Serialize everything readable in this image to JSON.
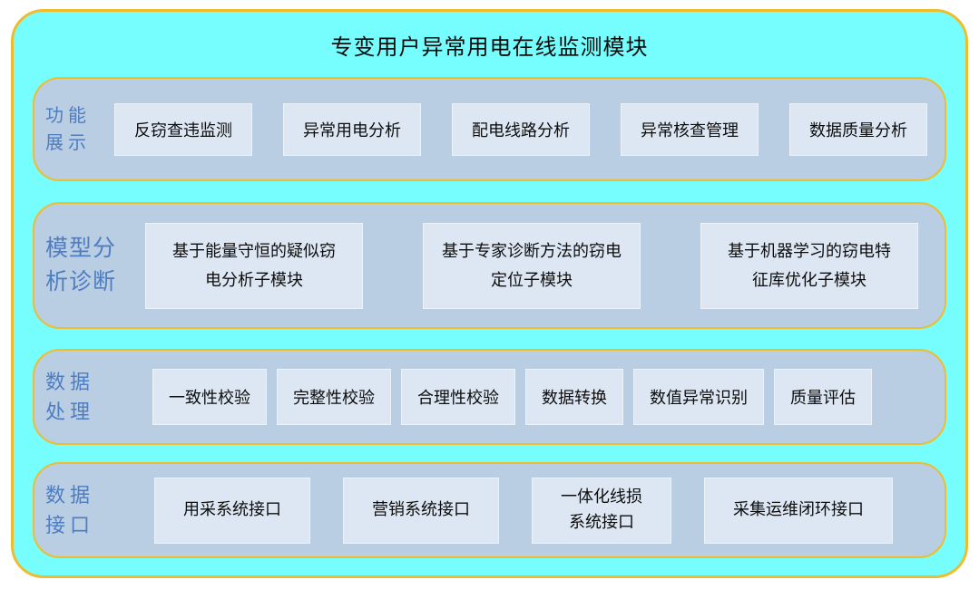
{
  "title": "专变用户异常用电在线监测模块",
  "colors": {
    "canvas_background": "#76FDFD",
    "border_gold": "#EFBC2D",
    "panel_background": "#B9CDE3",
    "box_background": "#DDE7F3",
    "label_blue": "#4E7DC0",
    "text_black": "#0d0d0d"
  },
  "rows": [
    {
      "label": "功能\n展示",
      "items": [
        "反窃查违监测",
        "异常用电分析",
        "配电线路分析",
        "异常核查管理",
        "数据质量分析"
      ]
    },
    {
      "label": "模型分\n析诊断",
      "items": [
        "基于能量守恒的疑似窃\n电分析子模块",
        "基于专家诊断方法的窃电\n定位子模块",
        "基于机器学习的窃电特\n征库优化子模块"
      ]
    },
    {
      "label": "数据\n处理",
      "items": [
        "一致性校验",
        "完整性校验",
        "合理性校验",
        "数据转换",
        "数值异常识别",
        "质量评估"
      ]
    },
    {
      "label": "数据\n接口",
      "items": [
        "用采系统接口",
        "营销系统接口",
        "一体化线损\n系统接口",
        "采集运维闭环接口"
      ]
    }
  ]
}
